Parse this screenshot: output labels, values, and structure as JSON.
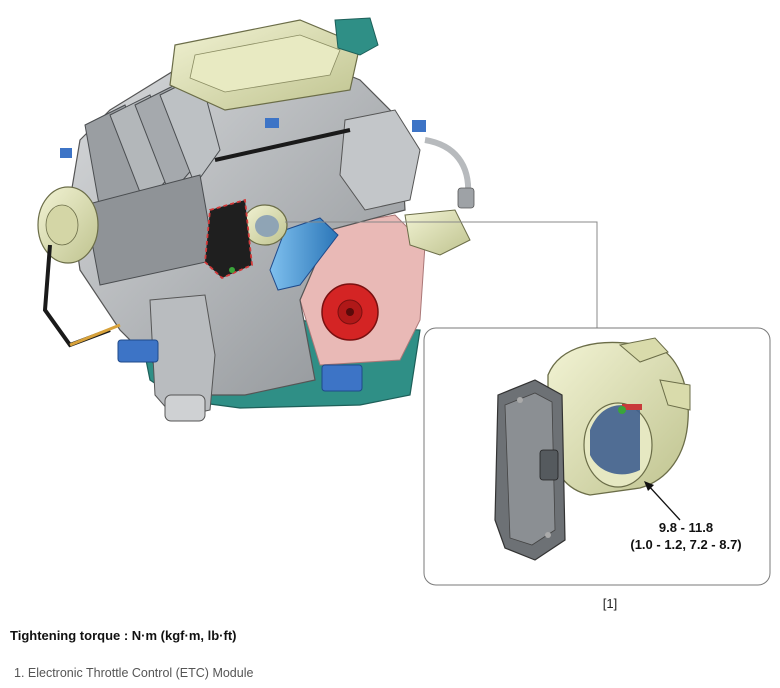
{
  "figure": {
    "callout": {
      "torque_value": "9.8 - 11.8",
      "torque_alt": "(1.0 - 1.2, 7.2 - 8.7)"
    },
    "reference": "[1]"
  },
  "heading": "Tightening torque : N·m (kgf·m, lb·ft)",
  "legend_items": [
    "1. Electronic Throttle Control (ETC) Module"
  ],
  "colors": {
    "casting_yellow": "#e4e6b8",
    "teal_cover": "#2f8f86",
    "blue_hose": "#3d8fd1",
    "red_pulley": "#d42424",
    "highlight_outline": "#d43a3a",
    "callout_line": "#888888"
  }
}
